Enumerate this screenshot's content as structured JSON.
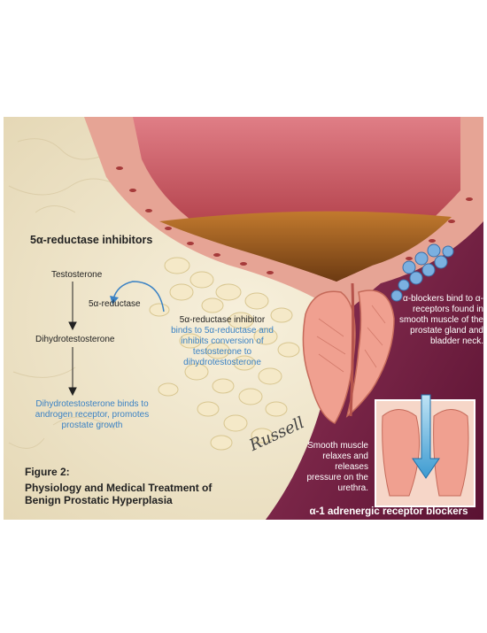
{
  "inhibitors": {
    "title": "5α-reductase inhibitors",
    "testosterone": "Testosterone",
    "enzyme": "5α-reductase",
    "dihydrotestosterone": "Dihydrotestosterone",
    "inhibitor_heading": "5α-reductase inhibitor",
    "inhibitor_desc": "binds to 5α-reductase and inhibits conversion of testosterone to dihydrotestosterone",
    "outcome": "Dihydrotestosterone binds to androgen receptor, promotes prostate growth"
  },
  "blockers": {
    "alpha_note": "α-blockers bind to α-receptors found in smooth muscle of the prostate gland and bladder neck.",
    "relax_note": "Smooth muscle relaxes and releases pressure on the urethra.",
    "title": "α-1 adrenergic receptor blockers"
  },
  "figure": {
    "number": "Figure 2:",
    "title": "Physiology and Medical Treatment of Benign Prostatic Hyperplasia"
  },
  "signature": "Russell",
  "colors": {
    "tissue_bg": "#efe6cc",
    "bladder_red": "#c8505a",
    "bladder_wall": "#e39a8e",
    "prostate_pink": "#f2a596",
    "urine": "#9a5a1c",
    "panel_purple": "#7b2048",
    "blue_receptors": "#6fa8dc",
    "text_blue": "#3b82c4"
  }
}
